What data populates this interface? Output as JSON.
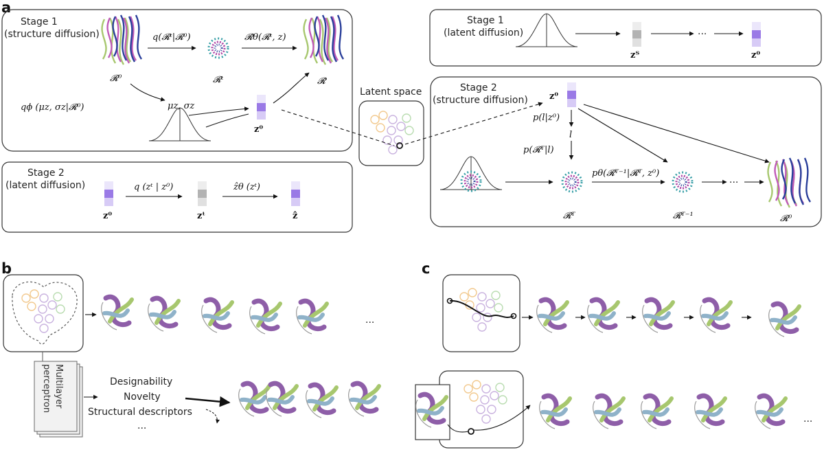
{
  "panels": {
    "a": "a",
    "b": "b",
    "c": "c"
  },
  "a": {
    "s1_struct": {
      "line1": "Stage 1",
      "line2": "(structure diffusion)"
    },
    "s2_latent": {
      "line1": "Stage 2",
      "line2": "(latent diffusion)"
    },
    "s1_latent": {
      "line1": "Stage 1",
      "line2": "(latent diffusion)"
    },
    "s2_struct": {
      "line1": "Stage 2",
      "line2": "(structure diffusion)"
    },
    "latent_space": "Latent space",
    "eq": {
      "fwd": "q(𝓡ᵗ|𝓡⁰)",
      "rev": "𝓡̂θ(𝓡ᵗ, z)",
      "r0": "𝓡⁰",
      "rt": "𝓡ᵗ",
      "rhat": "𝓡̂",
      "enc": "qϕ (μz, σz|𝓡⁰)",
      "musig": "μz, σz",
      "z0": "z⁰",
      "qzt": "q (zᵗ | z⁰)",
      "zt": "zᵗ",
      "zhat_t": "ẑθ (zᵗ)",
      "zhat": "ẑ",
      "zT": "zᵀ",
      "dots": "···",
      "pl": "p(l|z⁰)",
      "l": "l",
      "prtl": "p(𝓡ᵀ|l)",
      "ptheta": "pθ(𝓡ᵀ⁻¹|𝓡ᵀ, z⁰)",
      "rT": "𝓡ᵀ",
      "rTm1": "𝓡ᵀ⁻¹"
    }
  },
  "b": {
    "mlp_line1": "Multilayer",
    "mlp_line2": "perceptron",
    "props": [
      "Designability",
      "Novelty",
      "Structural descriptors",
      "..."
    ],
    "dots": "..."
  },
  "c": {
    "dots": "..."
  },
  "colors": {
    "purple": "#8e5ea8",
    "green": "#a7c76e",
    "blue": "#8fb2c9",
    "latent_dark": "#9a7ae6",
    "latent_light": "#d7cbf6",
    "gray": "#b3b3b3",
    "orange": "#f2c98e"
  }
}
